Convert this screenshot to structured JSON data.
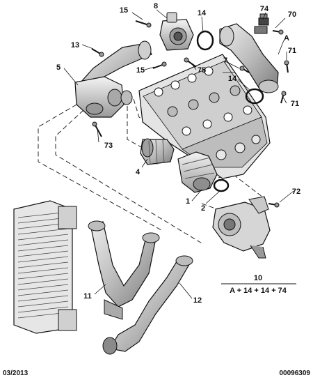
{
  "callouts": {
    "c1": "1",
    "c2": "2",
    "c4": "4",
    "c5": "5",
    "c7": "7",
    "c8": "8",
    "c10": "10",
    "c11": "11",
    "c12": "12",
    "c13": "13",
    "c14a": "14",
    "c14b": "14",
    "c15a": "15",
    "c15b": "15",
    "c70": "70",
    "c71a": "71",
    "c71b": "71",
    "c72": "72",
    "c73": "73",
    "c74": "74",
    "c75": "75",
    "cA": "A"
  },
  "kit_formula": "A + 14 + 14 + 74",
  "footer": {
    "date": "03/2013",
    "reference": "00096309"
  },
  "colors": {
    "ink": "#111111",
    "part_fill": "#d9d9d9",
    "part_dark": "#8a8a8a",
    "background": "#ffffff"
  }
}
